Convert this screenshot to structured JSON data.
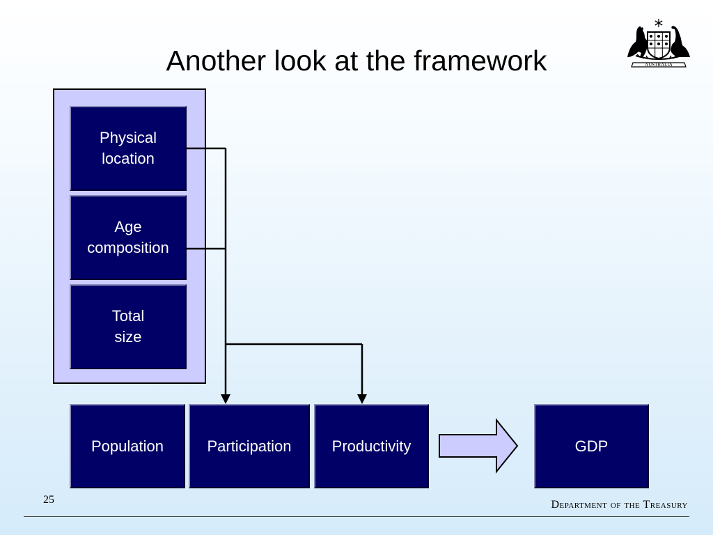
{
  "slide": {
    "title": "Another look at the framework",
    "page_number": "25",
    "footer": "Department of the Treasury"
  },
  "crest": {
    "label": "AUSTRALIA"
  },
  "factor_boxes": [
    {
      "line1": "Physical",
      "line2": "location"
    },
    {
      "line1": "Age",
      "line2": "composition"
    },
    {
      "line1": "Total",
      "line2": "size"
    }
  ],
  "output_boxes": {
    "population": "Population",
    "participation": "Participation",
    "productivity": "Productivity",
    "gdp": "GDP"
  },
  "colors": {
    "box_fill": "#000066",
    "group_fill": "#ccccff",
    "arrow_fill": "#ccccff",
    "text": "#ffffff"
  }
}
